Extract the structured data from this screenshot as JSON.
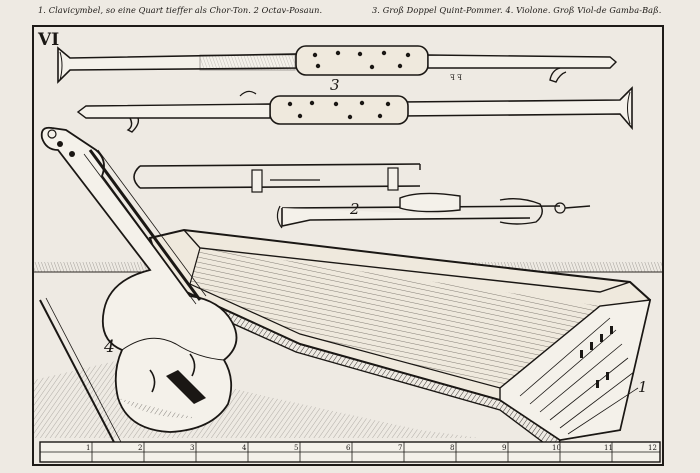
{
  "captions": {
    "left": "1. Clavicymbel, so eine Quart tieffer als Chor-Ton. 2 Octav-Posaun.",
    "right": "3. Groß Doppel Quint-Pommer. 4. Violone. Groß Viol-de Gamba-Baß."
  },
  "plate_number": "VI",
  "figure_numbers": {
    "pommer": "3",
    "trombone": "2",
    "violone": "4",
    "clavicymbel": "1"
  },
  "scale": {
    "ticks": [
      "1",
      "2",
      "3",
      "4",
      "5",
      "6",
      "7",
      "8",
      "9",
      "10",
      "11",
      "12"
    ]
  }
}
